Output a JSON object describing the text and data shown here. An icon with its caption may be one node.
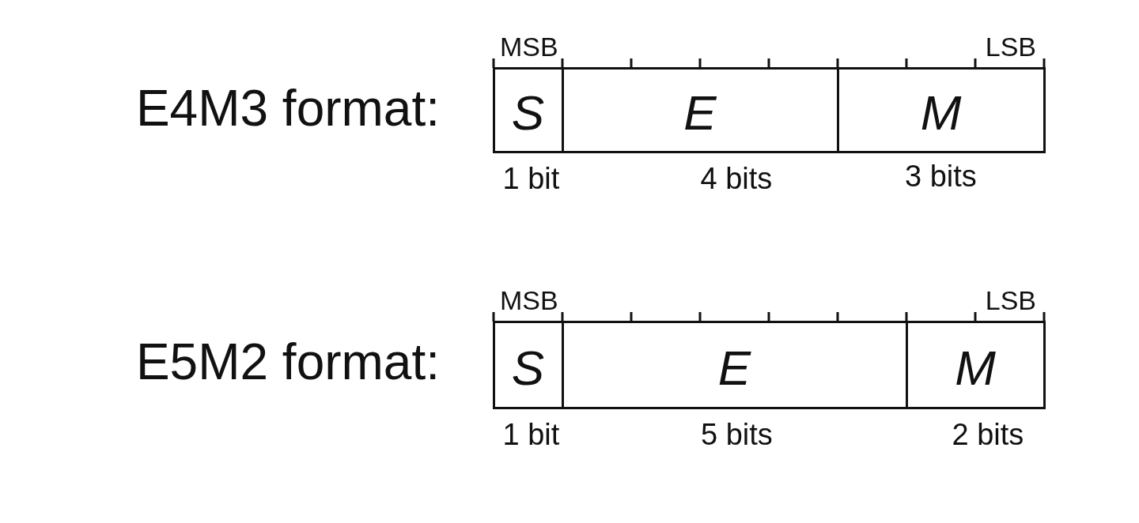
{
  "diagram": {
    "nodes": [
      {
        "text": [
          "S"
        ],
        "beside": [
          "MSB",
          "1 bit"
        ]
      },
      {
        "text": [
          "E"
        ],
        "beside": [
          "4 bits"
        ]
      },
      {
        "text": [
          "M"
        ],
        "beside": [
          "LSB",
          "3 bits"
        ]
      },
      {
        "text": [
          "S"
        ],
        "beside": [
          "MSB",
          "1 bit"
        ]
      },
      {
        "text": [
          "E"
        ],
        "beside": [
          "5 bits"
        ]
      },
      {
        "text": [
          "M"
        ],
        "beside": [
          "LSB",
          "2 bits"
        ]
      }
    ],
    "labels": [
      "E4M3 format:",
      "E5M2 format:"
    ]
  }
}
